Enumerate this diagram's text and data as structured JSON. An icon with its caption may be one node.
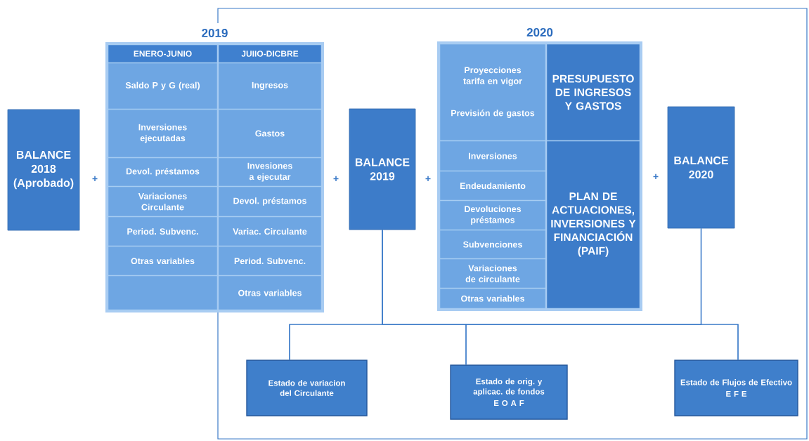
{
  "diagram": {
    "nodes": [
      {
        "text": [
          "BALANCE 2018 (Aprobado)"
        ]
      },
      {
        "text": [
          "2019"
        ]
      },
      {
        "text": [
          "ENERO-JUNIO"
        ],
        "in": 1
      },
      {
        "text": [
          "JUIIO-DICBRE"
        ],
        "in": 1
      },
      {
        "text": [
          "Saldo P y G (real)"
        ],
        "in": 1
      },
      {
        "text": [
          "Ingresos"
        ],
        "in": 1
      },
      {
        "text": [
          "Inversiones ejecutadas"
        ],
        "in": 1
      },
      {
        "text": [
          "Gastos"
        ],
        "in": 1
      },
      {
        "text": [
          "Devol. préstamos"
        ],
        "in": 1
      },
      {
        "text": [
          "Invesiones a ejecutar"
        ],
        "in": 1
      },
      {
        "text": [
          "Variaciones Circulante"
        ],
        "in": 1
      },
      {
        "text": [
          "Devol. préstamos"
        ],
        "in": 1
      },
      {
        "text": [
          "Period. Subvenc."
        ],
        "in": 1
      },
      {
        "text": [
          "Variac. Circulante"
        ],
        "in": 1
      },
      {
        "text": [
          "Otras variables"
        ],
        "in": 1
      },
      {
        "text": [
          "Period. Subvenc."
        ],
        "in": 1
      },
      {
        "text": [],
        "shape": "box",
        "in": 1
      },
      {
        "text": [
          "Otras variables"
        ],
        "in": 1
      },
      {
        "text": [
          "BALANCE 2019"
        ]
      },
      {
        "text": [
          "2020"
        ]
      },
      {
        "text": [
          "Proyecciones tarifa en vigor",
          "Previsión de gastos"
        ],
        "in": 19
      },
      {
        "text": [
          "PRESUPUESTO DE INGRESOS Y GASTOS"
        ],
        "in": 19
      },
      {
        "text": [
          "Inversiones"
        ],
        "in": 19
      },
      {
        "text": [
          "Endeudamiento"
        ],
        "in": 19
      },
      {
        "text": [
          "Devoluciones préstamos"
        ],
        "in": 19
      },
      {
        "text": [
          "Subvenciones"
        ],
        "in": 19
      },
      {
        "text": [
          "Variaciones de circulante"
        ],
        "in": 19
      },
      {
        "text": [
          "Otras variables"
        ],
        "in": 19
      },
      {
        "text": [
          "PLAN DE ACTUACIONES, INVERSIONES Y FINANCIACIÓN (PAIF)"
        ],
        "in": 19
      },
      {
        "text": [
          "BALANCE 2020"
        ]
      },
      {
        "text": [
          "Estado de variacion del Circulante"
        ]
      },
      {
        "text": [
          "Estado de orig. y aplicac. de fondos",
          "E O A F"
        ]
      },
      {
        "text": [
          "Estado de Flujos de Efectivo",
          "E F E"
        ]
      }
    ],
    "edges": [
      {
        "from": 18,
        "to": 30,
        "arrow": "none"
      },
      {
        "from": 18,
        "to": 31,
        "arrow": "none"
      },
      {
        "from": 18,
        "to": 32,
        "arrow": "none"
      },
      {
        "from": 29,
        "to": 30,
        "arrow": "none"
      },
      {
        "from": 29,
        "to": 31,
        "arrow": "none"
      },
      {
        "from": 29,
        "to": 32,
        "arrow": "none"
      }
    ],
    "labels": [
      "+",
      "+",
      "+",
      "+"
    ]
  }
}
